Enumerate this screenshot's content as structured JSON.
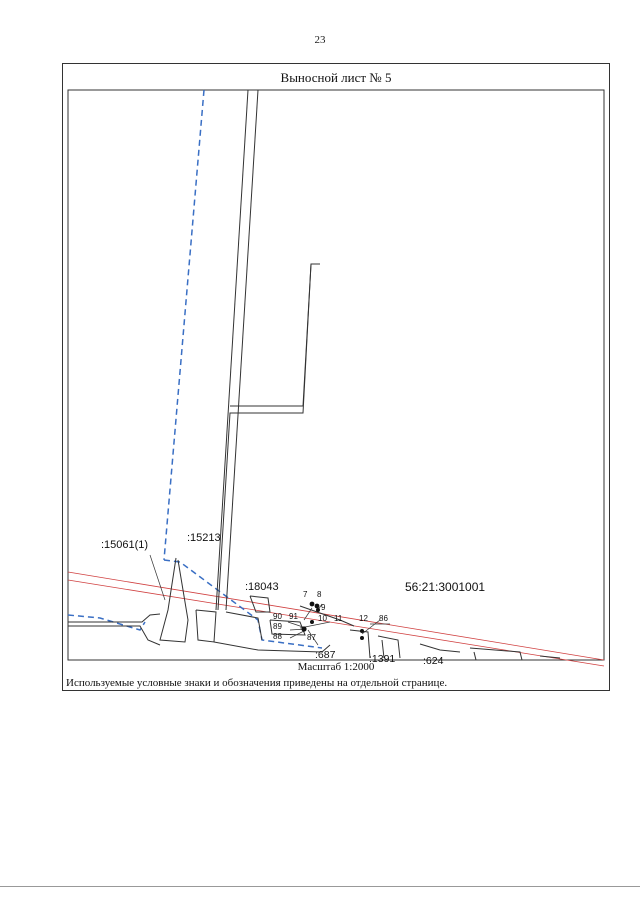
{
  "page": {
    "number": "23"
  },
  "sheet": {
    "title": "Выносной лист № 5",
    "scale": "Масштаб 1:2000",
    "legend_note": "Используемые условные знаки и обозначения приведены на отдельной странице."
  },
  "map": {
    "parcel_labels": {
      "p15061": ":15061(1)",
      "p15213": ":15213",
      "p18043": ":18043",
      "block": "56:21:3001001",
      "p687": ":687",
      "p1391": ":1391",
      "p624": ":624"
    },
    "points": {
      "n7": "7",
      "n8": "8",
      "n9": "9",
      "n10": "10",
      "n11": "11",
      "n12": "12",
      "n86": "86",
      "n87": "87",
      "n88": "88",
      "n89": "89",
      "n90": "90",
      "n91": "91"
    },
    "colors": {
      "boundary": "#333333",
      "dashed": "#3a6fc4",
      "red_line": "#d04040"
    }
  }
}
